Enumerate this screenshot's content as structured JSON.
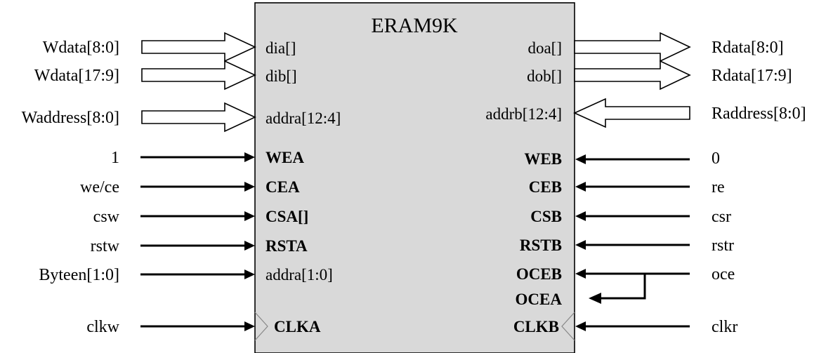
{
  "block": {
    "title": "ERAM9K",
    "fill": "#d9d9d9",
    "left_ports": [
      {
        "label": "dia[]",
        "bold": false
      },
      {
        "label": "dib[]",
        "bold": false
      },
      {
        "label": "addra[12:4]",
        "bold": false
      },
      {
        "label": "WEA",
        "bold": true
      },
      {
        "label": "CEA",
        "bold": true
      },
      {
        "label": "CSA[]",
        "bold": true
      },
      {
        "label": "RSTA",
        "bold": true
      },
      {
        "label": "addra[1:0]",
        "bold": false
      },
      {
        "label": "CLKA",
        "bold": true
      }
    ],
    "right_ports": [
      {
        "label": "doa[]",
        "bold": false
      },
      {
        "label": "dob[]",
        "bold": false
      },
      {
        "label": "addrb[12:4]",
        "bold": false
      },
      {
        "label": "WEB",
        "bold": true
      },
      {
        "label": "CEB",
        "bold": true
      },
      {
        "label": "CSB",
        "bold": true
      },
      {
        "label": "RSTB",
        "bold": true
      },
      {
        "label": "OCEB",
        "bold": true
      },
      {
        "label": "OCEA",
        "bold": true
      },
      {
        "label": "CLKB",
        "bold": true
      }
    ]
  },
  "left_signals": [
    {
      "label": "Wdata[8:0]",
      "kind": "bus"
    },
    {
      "label": "Wdata[17:9]",
      "kind": "bus"
    },
    {
      "label": "Waddress[8:0]",
      "kind": "bus"
    },
    {
      "label": "1",
      "kind": "wire"
    },
    {
      "label": "we/ce",
      "kind": "wire"
    },
    {
      "label": "csw",
      "kind": "wire"
    },
    {
      "label": "rstw",
      "kind": "wire"
    },
    {
      "label": "Byteen[1:0]",
      "kind": "wire"
    },
    {
      "label": "clkw",
      "kind": "wire"
    }
  ],
  "right_signals": [
    {
      "label": "Rdata[8:0]",
      "kind": "bus"
    },
    {
      "label": "Rdata[17:9]",
      "kind": "bus"
    },
    {
      "label": "Raddress[8:0]",
      "kind": "bus"
    },
    {
      "label": "0",
      "kind": "wire"
    },
    {
      "label": "re",
      "kind": "wire"
    },
    {
      "label": "csr",
      "kind": "wire"
    },
    {
      "label": "rstr",
      "kind": "wire"
    },
    {
      "label": "oce",
      "kind": "wire"
    },
    {
      "label": "clkr",
      "kind": "wire"
    }
  ]
}
